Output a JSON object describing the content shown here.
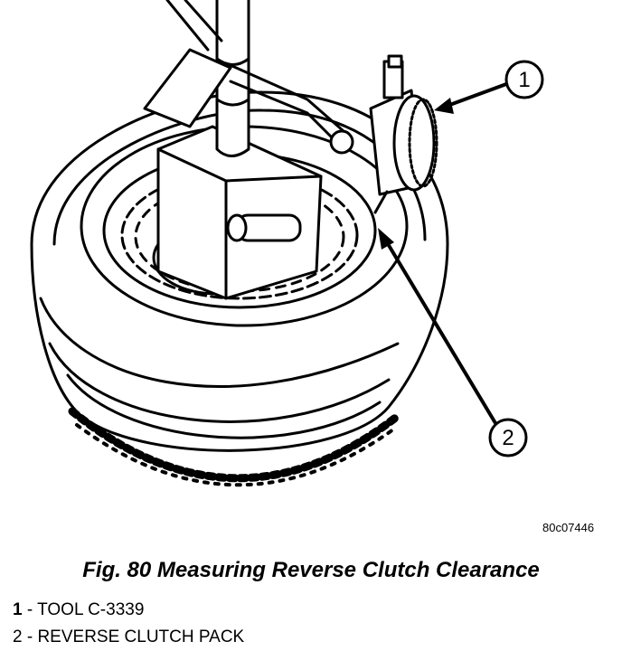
{
  "callouts": [
    {
      "number": "1"
    },
    {
      "number": "2"
    }
  ],
  "image_code": "80c07446",
  "caption": "Fig. 80 Measuring Reverse Clutch Clearance",
  "legend": [
    {
      "number": "1",
      "text": " - TOOL C-3339"
    },
    {
      "number": "2",
      "text": " - REVERSE CLUTCH PACK"
    }
  ]
}
